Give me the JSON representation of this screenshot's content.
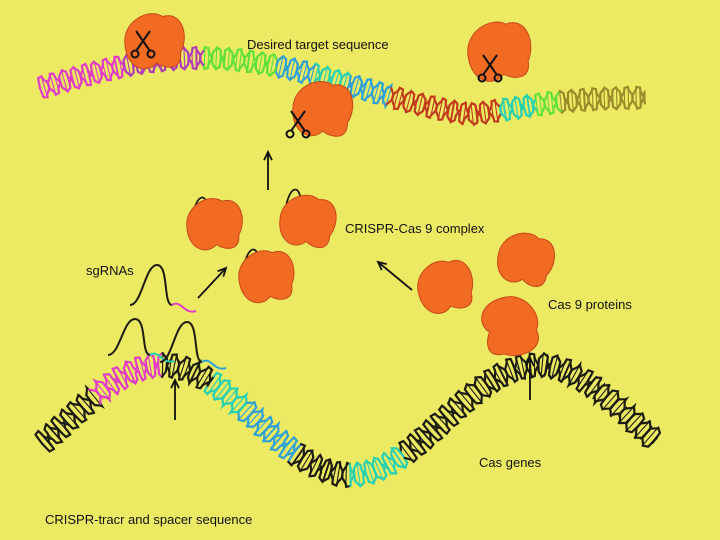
{
  "labels": {
    "target": "Desired target sequence",
    "complex": "CRISPR-Cas 9 complex",
    "sgrnas": "sgRNAs",
    "proteins": "Cas 9 proteins",
    "genes": "Cas genes",
    "tracr": "CRISPR-tracr and spacer sequence"
  },
  "colors": {
    "background": "#ecea62",
    "protein": "#f26b22",
    "protein_stroke": "#c8461a",
    "dna_dark": "#1c1b10",
    "magenta": "#e03cc8",
    "green": "#5fe03a",
    "blue": "#2fa0d8",
    "teal": "#27d0b0",
    "red": "#c23a1e",
    "olive": "#9a8a2a"
  },
  "icons": [
    "scissors-icon",
    "up-arrow-icon",
    "diagonal-arrow-icon"
  ]
}
